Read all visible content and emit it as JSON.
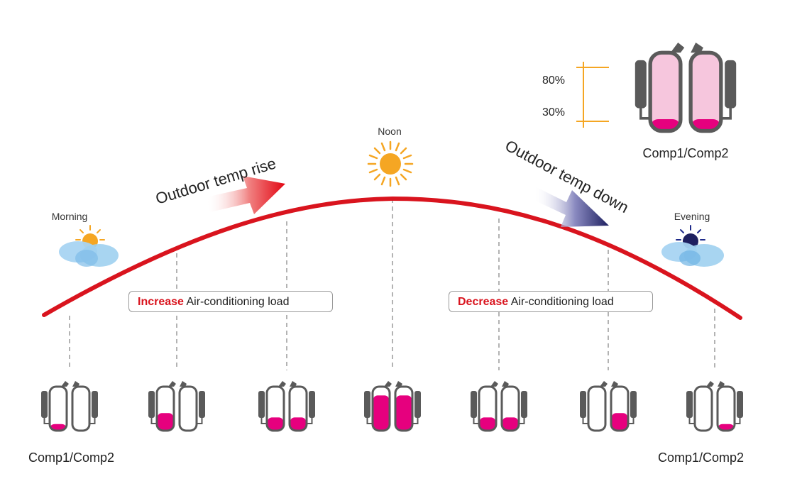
{
  "labels": {
    "morning": "Morning",
    "noon": "Noon",
    "evening": "Evening",
    "rise": "Outdoor temp rise",
    "down": "Outdoor temp down",
    "comp_left": "Comp1/Comp2",
    "comp_right": "Comp1/Comp2",
    "comp_legend": "Comp1/Comp2",
    "pct_high": "80%",
    "pct_low": "30%"
  },
  "load_boxes": {
    "increase": {
      "emphasis": "Increase",
      "text": " Air-conditioning load"
    },
    "decrease": {
      "emphasis": "Decrease",
      "text": " Air-conditioning load"
    }
  },
  "compressor_stages": [
    {
      "comp1_fill": 0.15,
      "comp2_fill": 0.0
    },
    {
      "comp1_fill": 0.4,
      "comp2_fill": 0.0
    },
    {
      "comp1_fill": 0.3,
      "comp2_fill": 0.3
    },
    {
      "comp1_fill": 0.8,
      "comp2_fill": 0.8
    },
    {
      "comp1_fill": 0.3,
      "comp2_fill": 0.3
    },
    {
      "comp1_fill": 0.0,
      "comp2_fill": 0.4
    },
    {
      "comp1_fill": 0.0,
      "comp2_fill": 0.15
    }
  ],
  "legend_compressor": {
    "max_fill": 0.8,
    "min_fill": 0.15
  },
  "colors": {
    "curve": "#d9141e",
    "fill": "#e6007e",
    "fill_light": "#f6c6dd",
    "body": "#5a5a5a",
    "rise_arrow": "#e30613",
    "down_arrow": "#1e2060",
    "sun": "#f5a623",
    "cloud": "#9fd0f0",
    "bracket": "#f5a623"
  }
}
